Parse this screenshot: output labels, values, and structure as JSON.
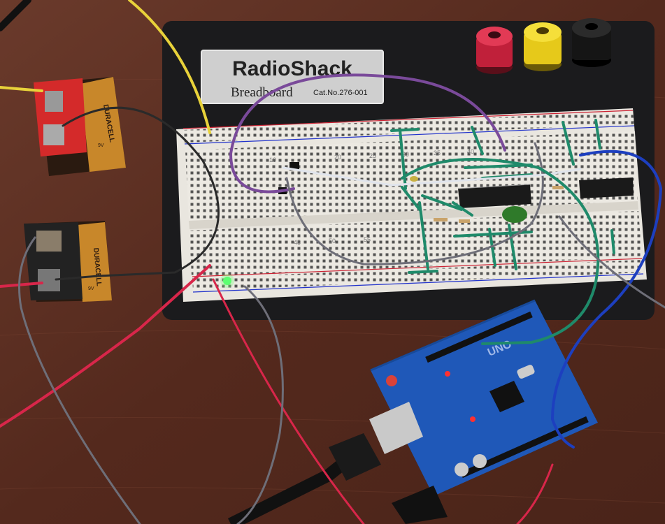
{
  "breadboard": {
    "brand": "RadioShack",
    "model": "Breadboard",
    "catalog": "Cat.No.276-001",
    "row_numbers": [
      "10",
      "20",
      "25",
      "30",
      "35",
      "40",
      "45",
      "50",
      "55"
    ]
  },
  "batteries": [
    {
      "brand": "DURACELL",
      "voltage": "9V"
    },
    {
      "brand": "DURACELL",
      "voltage": "9V"
    }
  ],
  "arduino": {
    "label": "UNO"
  },
  "colors": {
    "table": "#5a2f22",
    "board_base": "#1b1b1d",
    "breadboard": "#e9e6df",
    "wire_purple": "#7a4a9a",
    "wire_green": "#1f8a6a",
    "wire_blue": "#1d3fbf",
    "wire_red": "#d8264a",
    "wire_gray": "#6e6e78",
    "wire_yellow": "#e8d23a",
    "arduino_pcb": "#1f58b8"
  },
  "icons": [
    "binding-post-icon",
    "usb-plug-icon",
    "led-icon",
    "ic-chip-icon"
  ]
}
